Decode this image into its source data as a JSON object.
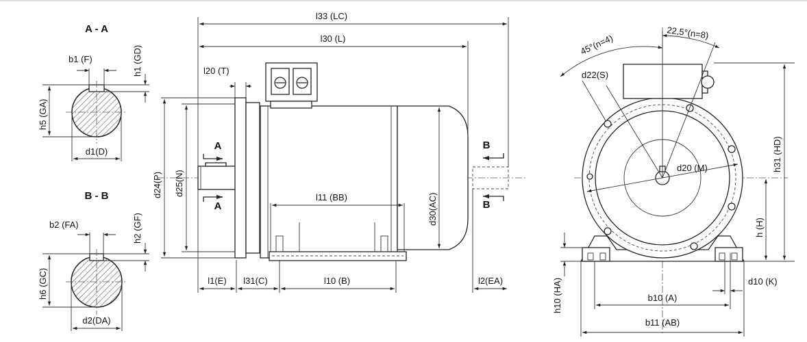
{
  "sections": {
    "aa": {
      "title": "A - A",
      "b": "b1 (F)",
      "h1": "h1 (GD)",
      "h5": "h5 (GA)",
      "d": "d1(D)"
    },
    "bb": {
      "title": "B - B",
      "b": "b2 (FA)",
      "h2": "h2 (GF)",
      "h6": "h6 (GC)",
      "d": "d2(DA)"
    }
  },
  "side_view": {
    "l33": "l33 (LC)",
    "l30": "l30 (L)",
    "l20": "l20 (T)",
    "d24": "d24(P)",
    "d25": "d25(N)",
    "d30": "d30(AC)",
    "l11": "l11 (BB)",
    "l1": "l1(E)",
    "l31": "l31(C)",
    "l10": "l10 (B)",
    "l2": "l2(EA)",
    "cut_a": "A",
    "cut_b": "B"
  },
  "front_view": {
    "angle45": "45°(n=4)",
    "angle22": "22,5°(n=8)",
    "d22": "d22(S)",
    "d20": "d20 (M)",
    "h31": "h31 (HD)",
    "h": "h (H)",
    "h10": "h10 (HA)",
    "d10": "d10 (K)",
    "b10": "b10 (A)",
    "b11": "b11 (AB)"
  }
}
